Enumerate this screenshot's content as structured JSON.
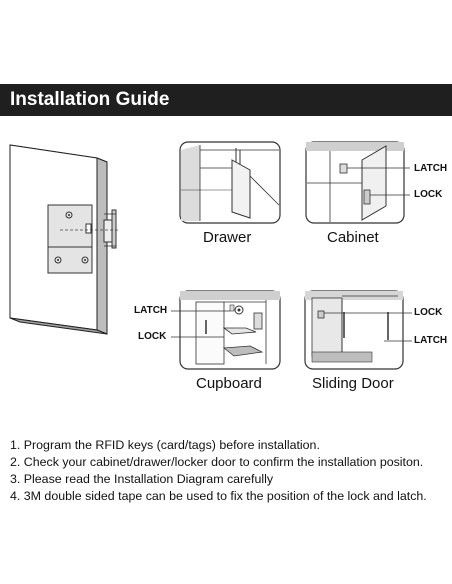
{
  "header": {
    "title": "Installation Guide"
  },
  "diagrams": {
    "drawer_label": "Drawer",
    "cabinet_label": "Cabinet",
    "cupboard_label": "Cupboard",
    "sliding_door_label": "Sliding Door",
    "callouts": {
      "cabinet_latch": "LATCH",
      "cabinet_lock": "LOCK",
      "cupboard_latch": "LATCH",
      "cupboard_lock": "LOCK",
      "sliding_lock": "LOCK",
      "sliding_latch": "LATCH"
    }
  },
  "instructions": [
    "1. Program the RFID keys (card/tags) before installation.",
    "2. Check your cabinet/drawer/locker door to confirm the installation positon.",
    "3. Please read the Installation Diagram carefully",
    "4. 3M double sided tape can be used to fix the position of the lock and latch."
  ]
}
